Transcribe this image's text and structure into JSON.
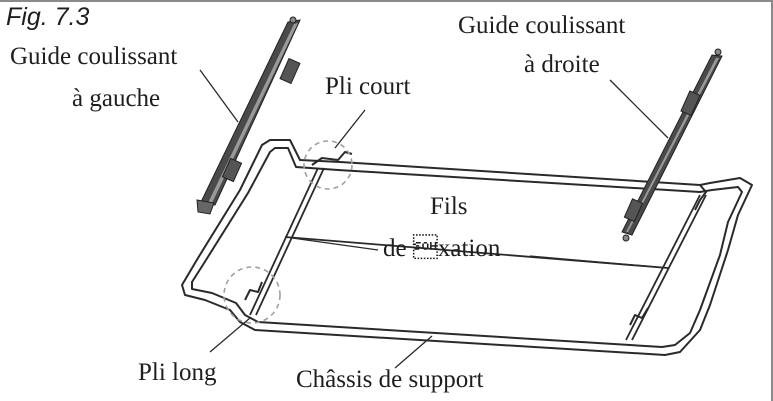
{
  "figure": {
    "number": "Fig. 7.3",
    "labels": {
      "guide_left_line1": "Guide coulissant",
      "guide_left_line2": "à gauche",
      "guide_right_line1": "Guide coulissant",
      "guide_right_line2": "à droite",
      "pli_court": "Pli court",
      "fils_line1": "Fils",
      "fils_line2": "de \u0001xation",
      "pli_long": "Pli long",
      "chassis": "Châssis de support"
    }
  },
  "colors": {
    "line": "#2a2a2a",
    "rail_fill": "#4a4a4a",
    "rail_highlight": "#9a9a9a",
    "dashed_circle": "#a0a0a0",
    "frame": "#8a8a8a"
  }
}
